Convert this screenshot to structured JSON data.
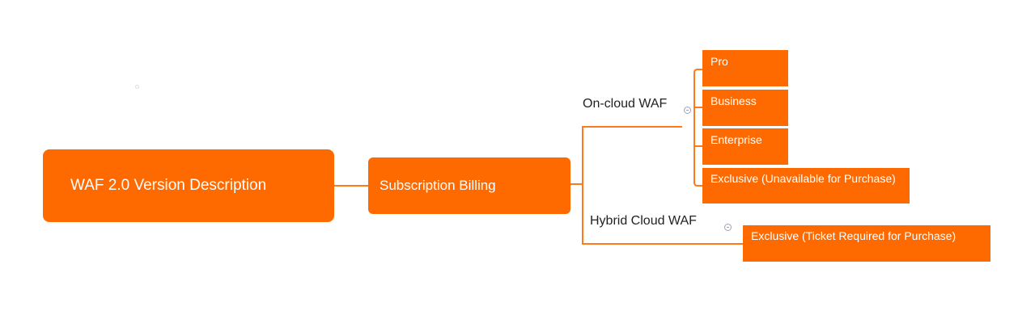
{
  "root": {
    "label": "WAF 2.0 Version Description"
  },
  "subscription": {
    "label": "Subscription Billing"
  },
  "branches": {
    "on_cloud": {
      "label": "On-cloud WAF",
      "items": [
        "Pro",
        "Business",
        "Enterprise",
        "Exclusive (Unavailable for Purchase)"
      ]
    },
    "hybrid": {
      "label": "Hybrid Cloud WAF",
      "items": [
        "Exclusive (Ticket Required for Purchase)"
      ]
    }
  },
  "colors": {
    "node_fill": "#ff6a00",
    "connector": "#ff7a1a",
    "text_on_node": "#ffffff"
  },
  "icons": {
    "collapse": "minus-circle-icon"
  }
}
